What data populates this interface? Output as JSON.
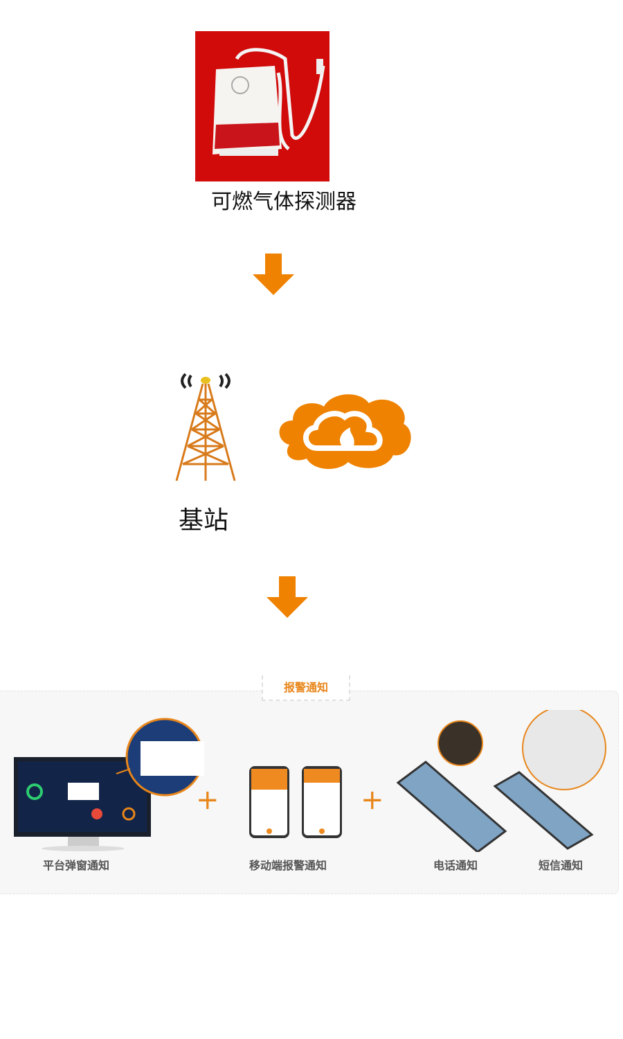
{
  "detector": {
    "label": "可燃气体探测器",
    "bg_color": "#d10a0a"
  },
  "base_station": {
    "label": "基站"
  },
  "accent_color": "#ef8200",
  "icons": [
    "gas-detector-image",
    "arrow-down-icon",
    "cell-tower-icon",
    "cloud-fire-icon"
  ],
  "alarm_panel": {
    "title": "报警通知",
    "items": [
      {
        "label": "平台弹窗通知"
      },
      {
        "label": "移动端报警通知"
      },
      {
        "label": "电话通知"
      },
      {
        "label": "短信通知"
      }
    ],
    "separator": "+"
  }
}
